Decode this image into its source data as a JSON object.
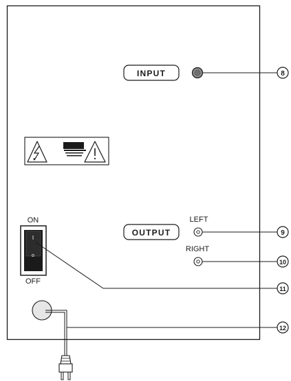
{
  "labels": {
    "input": "INPUT",
    "output": "OUTPUT",
    "left": "LEFT",
    "right": "RIGHT",
    "on": "ON",
    "off": "OFF",
    "switch_on_mark": "I",
    "switch_off_mark": "o"
  },
  "callouts": [
    {
      "id": "input-jack",
      "number": "8"
    },
    {
      "id": "left-output-jack",
      "number": "9"
    },
    {
      "id": "right-output-jack",
      "number": "10"
    },
    {
      "id": "power-switch",
      "number": "11"
    },
    {
      "id": "power-cord",
      "number": "12"
    }
  ],
  "colors": {
    "line": "#1a1a1a",
    "input_jack_fill": "#8a8a8a",
    "power_grommet_fill": "#e6e6e6",
    "switch_body": "#1a1a1a"
  },
  "icons": [
    "lightning-warning-icon",
    "exclamation-warning-icon",
    "power-plug-icon"
  ]
}
